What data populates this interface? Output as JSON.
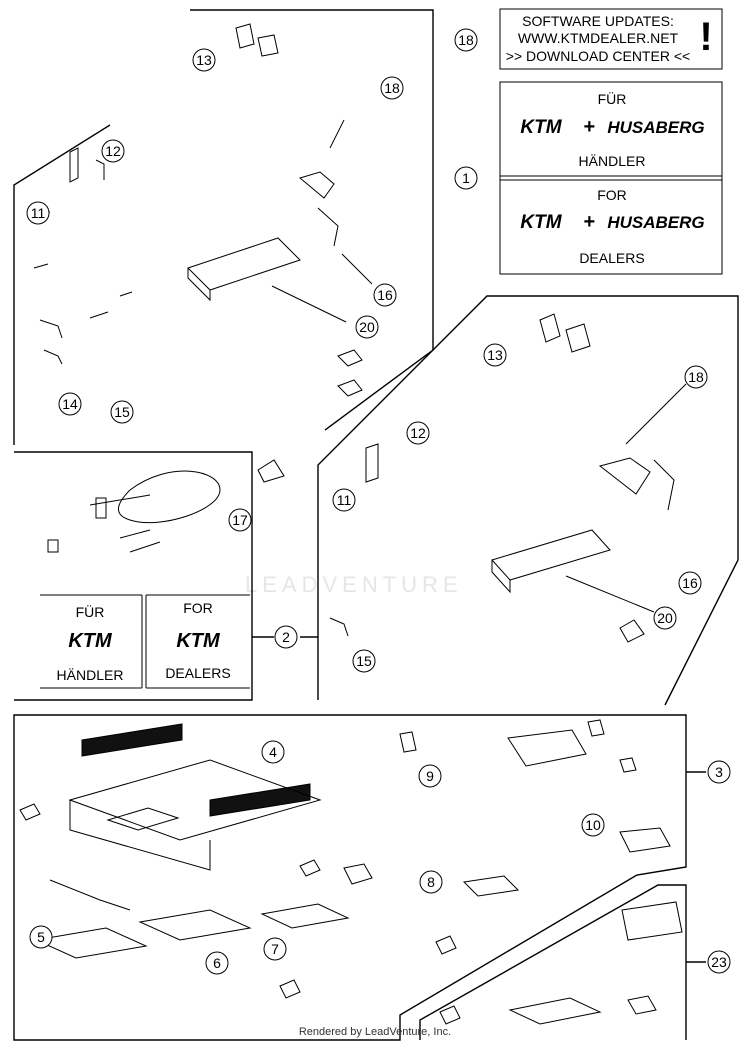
{
  "software_box": {
    "line1": "SOFTWARE UPDATES:",
    "line2": "WWW.KTMDEALER.NET",
    "line3": ">> DOWNLOAD CENTER <<",
    "mark": "!"
  },
  "dealer_box_1": {
    "top_label": "FÜR",
    "bottom_label": "HÄNDLER",
    "top_label_en": "FOR",
    "bottom_label_en": "DEALERS",
    "brand_a": "KTM",
    "plus": "+",
    "brand_b": "HUSABERG"
  },
  "dealer_box_2": {
    "left_top": "FÜR",
    "left_bottom": "HÄNDLER",
    "right_top": "FOR",
    "right_bottom": "DEALERS",
    "brand": "KTM"
  },
  "callouts": [
    "18",
    "1",
    "2",
    "3",
    "23",
    "13",
    "18",
    "12",
    "11",
    "16",
    "20",
    "14",
    "15",
    "13",
    "18",
    "12",
    "11",
    "16",
    "20",
    "15",
    "17",
    "4",
    "9",
    "10",
    "8",
    "5",
    "6",
    "7"
  ],
  "watermark": "LEADVENTURE",
  "footer": "Rendered by LeadVenture, Inc."
}
